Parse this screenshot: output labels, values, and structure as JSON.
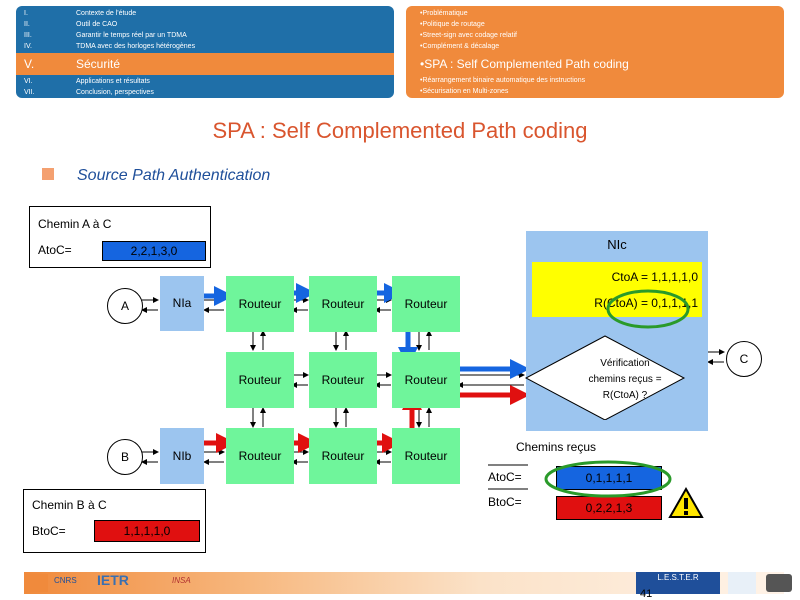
{
  "toc": [
    {
      "num": "I.",
      "label": "Contexte de l'étude"
    },
    {
      "num": "II.",
      "label": "Outil de CAO"
    },
    {
      "num": "III.",
      "label": "Garantir le temps réel par un TDMA"
    },
    {
      "num": "IV.",
      "label": "TDMA avec des horloges hétérogènes"
    },
    {
      "num": "V.",
      "label": "Sécurité"
    },
    {
      "num": "VI.",
      "label": "Applications et résultats"
    },
    {
      "num": "VII.",
      "label": "Conclusion, perspectives"
    }
  ],
  "subsections": [
    "•Problématique",
    "•Politique de routage",
    "•Street-sign avec codage relatif",
    "•Complément & décalage",
    "•SPA : Self Complemented Path coding",
    "•Réarrangement binaire automatique des instructions",
    "•Sécurisation en Multi-zones"
  ],
  "title": "SPA : Self Complemented Path coding",
  "subtitle": "Source Path Authentication",
  "chemin_a": {
    "title": "Chemin A  à C",
    "label": "AtoC=",
    "value": "2,2,1,3,0"
  },
  "chemin_b": {
    "title": "Chemin  B à C",
    "label": "BtoC=",
    "value": "1,1,1,1,0"
  },
  "nodes": {
    "A": "A",
    "B": "B",
    "C": "C",
    "NIa": "NIa",
    "NIb": "NIb",
    "NIc": "NIc"
  },
  "router_label": "Routeur",
  "nic_box": {
    "ctoa": "CtoA = 1,1,1,1,0",
    "rctoa": "R(CtoA) = 0,1,1,1,1"
  },
  "verification": {
    "line1": "Vérification",
    "line2": "chemins reçus =",
    "line3": "R(CtoA) ?"
  },
  "recus": {
    "title": "Chemins reçus",
    "atoc_label": "AtoC=",
    "atoc_value": "0,1,1,1,1",
    "btoc_label": "BtoC=",
    "btoc_value": "0,2,2,1,3"
  },
  "footer": {
    "page": "41",
    "logo1": "CNRS",
    "logo2": "IETR",
    "logo3": "INSA",
    "logo4": "L.E.S.T.E.R"
  },
  "colors": {
    "blue": "#1f6fa8",
    "orange": "#f08a3c",
    "router": "#6ff59b",
    "ni": "#9cc5ef",
    "arrow_blue": "#1565e0",
    "arrow_red": "#e01010"
  }
}
